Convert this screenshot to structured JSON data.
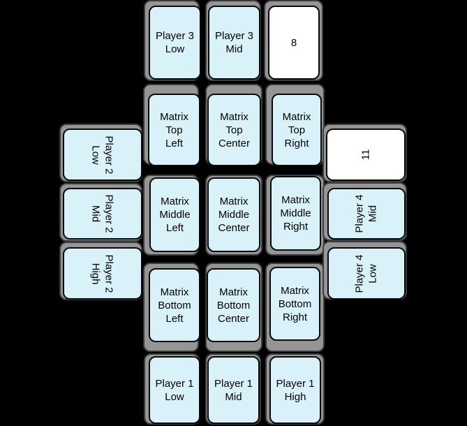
{
  "table": {
    "name": "card-game-table",
    "background_color": "#000000",
    "slot_color": "#959595",
    "slot_border_color": "#3c3c3c",
    "card_color": "#d9f1f9",
    "plain_card_color": "#ffffff",
    "card_border_color": "#0a0a0a",
    "text_color": "#000000"
  },
  "cards": {
    "p3_low": {
      "label": "Player 3\nLow"
    },
    "p3_mid": {
      "label": "Player 3\nMid"
    },
    "num8": {
      "label": "8"
    },
    "mt_left": {
      "label": "Matrix\nTop\nLeft"
    },
    "mt_center": {
      "label": "Matrix\nTop\nCenter"
    },
    "mt_right": {
      "label": "Matrix\nTop\nRight"
    },
    "p2_low": {
      "label": "Player 2\nLow"
    },
    "num11": {
      "label": "11"
    },
    "mm_left": {
      "label": "Matrix\nMiddle\nLeft"
    },
    "mm_center": {
      "label": "Matrix\nMiddle\nCenter"
    },
    "mm_right": {
      "label": "Matrix\nMiddle\nRight"
    },
    "p2_mid": {
      "label": "Player 2\nMid"
    },
    "p4_mid": {
      "label": "Player 4\nMid"
    },
    "p2_high": {
      "label": "Player 2\nHigh"
    },
    "p4_low": {
      "label": "Player 4\nLow"
    },
    "mb_left": {
      "label": "Matrix\nBottom\nLeft"
    },
    "mb_center": {
      "label": "Matrix\nBottom\nCenter"
    },
    "mb_right": {
      "label": "Matrix\nBottom\nRight"
    },
    "p1_low": {
      "label": "Player 1\nLow"
    },
    "p1_mid": {
      "label": "Player 1\nMid"
    },
    "p1_high": {
      "label": "Player 1\nHigh"
    }
  }
}
